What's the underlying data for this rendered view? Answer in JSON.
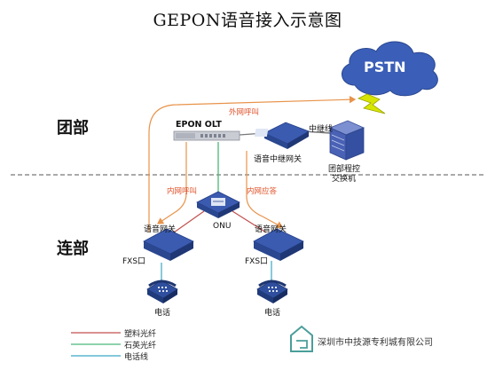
{
  "title": "GEPON语音接入示意图",
  "sections": {
    "top": "团部",
    "bottom": "连部"
  },
  "cloud": {
    "label": "PSTN"
  },
  "devices": {
    "olt": "EPON OLT",
    "trunk_gateway": "语音中继网关",
    "trunk_line": "中继线",
    "pbx_line1": "团部程控",
    "pbx_line2": "交换机",
    "onu": "ONU",
    "gateway_left": "语音网关",
    "gateway_right": "语音网关",
    "fxs_left": "FXS口",
    "fxs_right": "FXS口",
    "phone_left": "电话",
    "phone_right": "电话"
  },
  "flows": {
    "outbound": "外网呼叫",
    "internal_call": "内网呼叫",
    "internal_answer": "内网应答"
  },
  "legend": [
    {
      "label": "塑料光纤",
      "color": "#c0504d"
    },
    {
      "label": "石英光纤",
      "color": "#4bb87a"
    },
    {
      "label": "电话线",
      "color": "#3aa6c4"
    }
  ],
  "company": "深圳市中技源专利城有限公司",
  "colors": {
    "device_blue": "#2f4f9e",
    "flow_orange": "#e8934a",
    "cloud": "#3b5fb8",
    "lightning": "#d7e600"
  }
}
